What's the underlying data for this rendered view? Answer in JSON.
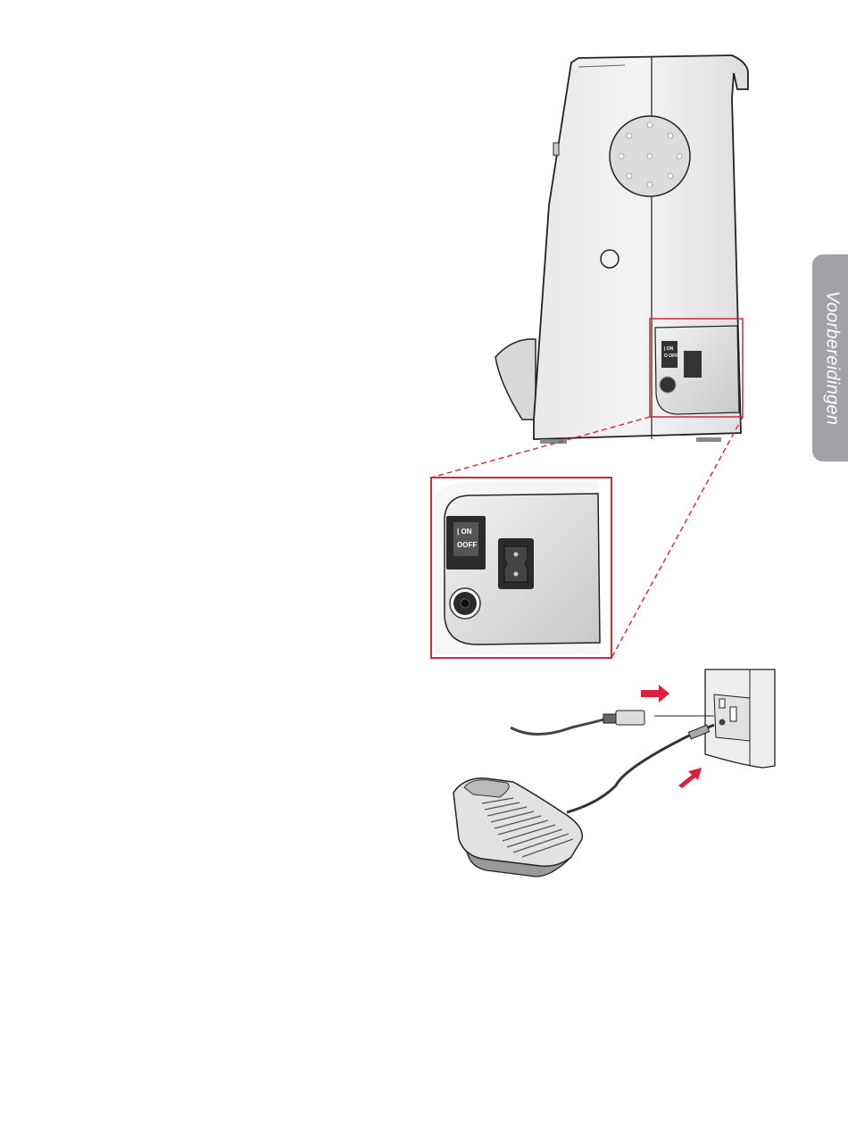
{
  "side_tab": {
    "label": "Voorbereidingen"
  },
  "illustration": {
    "switch_on_label": "ON",
    "switch_off_label": "OFF",
    "switch_on_symbol": "|",
    "switch_off_symbol": "O"
  },
  "colors": {
    "callout": "#d0283c",
    "tab": "#a2a2a6",
    "arrow": "#e0203a"
  }
}
